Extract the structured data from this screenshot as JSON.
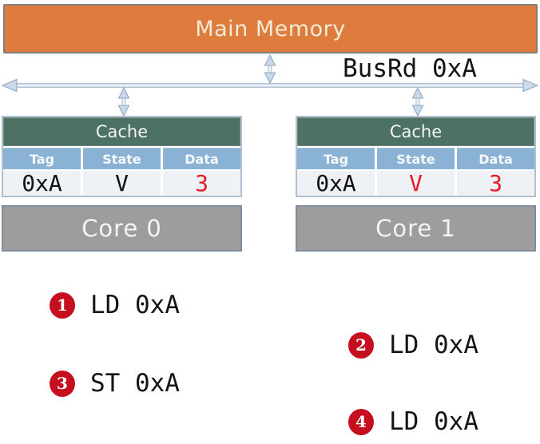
{
  "memory": {
    "label": "Main Memory"
  },
  "bus": {
    "label": "BusRd 0xA"
  },
  "caches": [
    {
      "title": "Cache",
      "columns": [
        "Tag",
        "State",
        "Data"
      ],
      "row": [
        {
          "value": "0xA",
          "color": "#111111"
        },
        {
          "value": "V",
          "color": "#111111"
        },
        {
          "value": "3",
          "color": "#e8191f"
        }
      ],
      "core": "Core 0"
    },
    {
      "title": "Cache",
      "columns": [
        "Tag",
        "State",
        "Data"
      ],
      "row": [
        {
          "value": "0xA",
          "color": "#111111"
        },
        {
          "value": "V",
          "color": "#e8191f"
        },
        {
          "value": "3",
          "color": "#e8191f"
        }
      ],
      "core": "Core 1"
    }
  ],
  "operations": [
    {
      "num": "1",
      "label": "LD 0xA",
      "core": "Core 0"
    },
    {
      "num": "2",
      "label": "LD 0xA",
      "core": "Core 1"
    },
    {
      "num": "3",
      "label": "ST 0xA",
      "core": "Core 0"
    },
    {
      "num": "4",
      "label": "LD 0xA",
      "core": "Core 1"
    }
  ],
  "colors": {
    "memory_orange": "#dd7c3d",
    "cache_header_green": "#4d7164",
    "table_header_blue": "#8ab2d4",
    "value_row_bg": "#eef1f6",
    "core_gray": "#9d9d9d",
    "highlight_red": "#e8191f",
    "badge_red": "#c50f1f",
    "arrow_blue": "#c9d8e9"
  }
}
